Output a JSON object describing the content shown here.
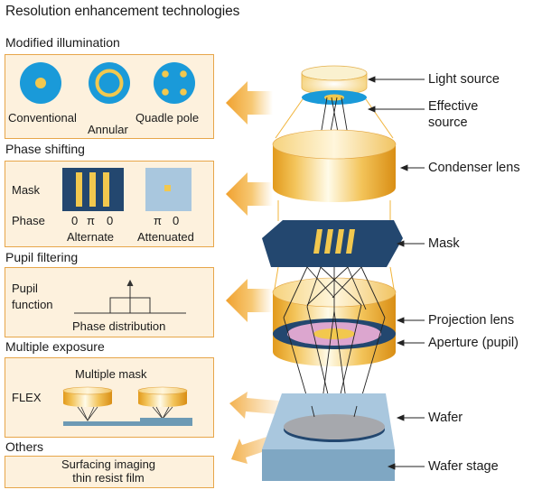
{
  "title": "Resolution enhancement technologies",
  "sections": {
    "modified_illumination": {
      "heading": "Modified illumination",
      "items": [
        "Conventional",
        "Annular",
        "Quadle pole"
      ]
    },
    "phase_shifting": {
      "heading": "Phase shifting",
      "row_mask": "Mask",
      "row_phase": "Phase",
      "alternate_phases": [
        "0",
        "π",
        "0"
      ],
      "attenuated_phases": [
        "π",
        "0"
      ],
      "alternate_label": "Alternate",
      "attenuated_label": "Attenuated"
    },
    "pupil_filtering": {
      "heading": "Pupil filtering",
      "label_line1": "Pupil",
      "label_line2": "function",
      "axis_label": "Phase distribution"
    },
    "multiple_exposure": {
      "heading": "Multiple exposure",
      "sub_heading": "Multiple mask",
      "label": "FLEX"
    },
    "others": {
      "heading": "Others",
      "line1": "Surfacing imaging",
      "line2": "thin resist film"
    }
  },
  "system_labels": {
    "light_source": "Light source",
    "effective_line1": "Effective",
    "effective_line2": "source",
    "condenser_lens": "Condenser lens",
    "mask": "Mask",
    "projection_lens": "Projection lens",
    "aperture": "Aperture (pupil)",
    "wafer": "Wafer",
    "wafer_stage": "Wafer stage"
  },
  "colors": {
    "panel_fill": "#fdf1dd",
    "panel_border": "#e7a64a",
    "blue": "#1a9ad9",
    "gold": "#f2c14b",
    "navy": "#23476f",
    "arrow_orange": "#f2a93b"
  }
}
